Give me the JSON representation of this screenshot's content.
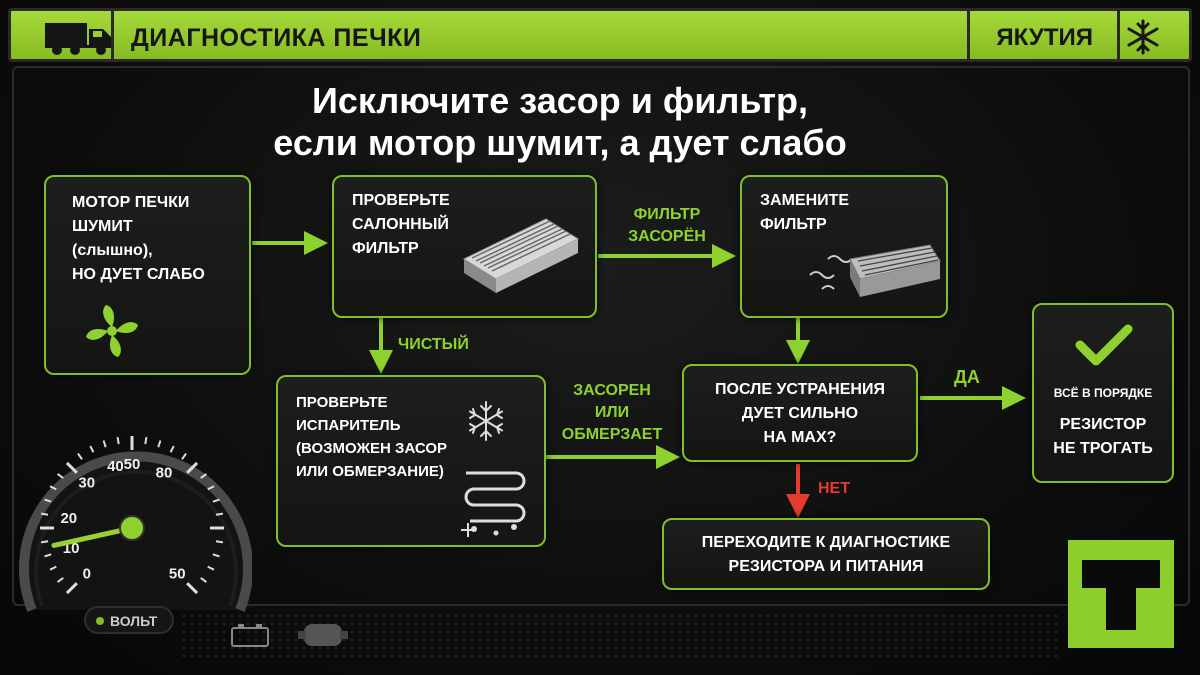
{
  "header": {
    "title": "ДИАГНОСТИКА ПЕЧКИ",
    "region": "ЯКУТИЯ"
  },
  "headline": {
    "line1": "Исключите засор и фильтр,",
    "line2": "если мотор шумит, а дует слабо"
  },
  "nodes": {
    "start": {
      "lines": [
        "МОТОР ПЕЧКИ",
        "ШУМИТ",
        "(слышно),",
        "НО ДУЕТ СЛАБО"
      ]
    },
    "filter_check": {
      "lines": [
        "ПРОВЕРЬТЕ",
        "САЛОННЫЙ",
        "ФИЛЬТР"
      ]
    },
    "replace_filter": {
      "lines": [
        "ЗАМЕНИТЕ",
        "ФИЛЬТР"
      ]
    },
    "evaporator": {
      "lines": [
        "ПРОВЕРЬТЕ",
        "ИСПАРИТЕЛЬ",
        "(ВОЗМОЖЕН ЗАСОР",
        "ИЛИ ОБМЕРЗАНИЕ)"
      ]
    },
    "decision": {
      "lines": [
        "ПОСЛЕ УСТРАНЕНИЯ",
        "ДУЕТ СИЛЬНО",
        "НА MAX?"
      ]
    },
    "ok": {
      "small": "ВСЁ В ПОРЯДКЕ",
      "lines": [
        "РЕЗИСТОР",
        "НЕ ТРОГАТЬ"
      ]
    },
    "resistor": {
      "lines": [
        "ПЕРЕХОДИТЕ К ДИАГНОСТИКЕ",
        "РЕЗИСТОРА И ПИТАНИЯ"
      ]
    }
  },
  "edge_labels": {
    "clogged": [
      "ФИЛЬТР",
      "ЗАСОРЁН"
    ],
    "clean": "ЧИСТЫЙ",
    "evap": [
      "ЗАСОРЕН",
      "ИЛИ",
      "ОБМЕРЗАЕТ"
    ],
    "yes": "ДА",
    "no": "НЕТ"
  },
  "gauge": {
    "ticks": [
      "0",
      "10",
      "20",
      "30",
      "40",
      "50"
    ],
    "right_ticks": [
      "80",
      "50"
    ],
    "value": 0.12,
    "label": "ВОЛЬТ"
  },
  "colors": {
    "accent": "#8fd12f",
    "no": "#e43b2c",
    "panel": "#141513"
  }
}
